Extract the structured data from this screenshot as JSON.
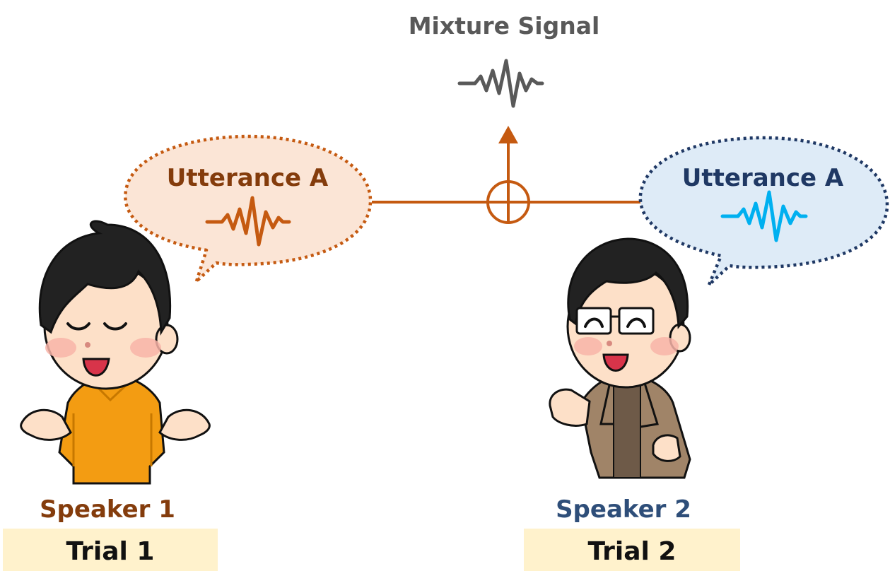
{
  "mixture": {
    "label": "Mixture Signal"
  },
  "bubbles": [
    {
      "label": "Utterance A"
    },
    {
      "label": "Utterance A"
    }
  ],
  "speakers": [
    {
      "label": "Speaker 1",
      "trial": "Trial 1"
    },
    {
      "label": "Speaker 2",
      "trial": "Trial 2"
    }
  ],
  "colors": {
    "orange": "#c55a11",
    "brown_text": "#843c0c",
    "navy": "#1f3864",
    "speaker2_text": "#2e4e79",
    "cyan_wave": "#00b0f0",
    "gray": "#595959",
    "bubble1_fill": "#fbe5d6",
    "bubble2_fill": "#deebf7",
    "trial_fill": "#fff2cc"
  }
}
